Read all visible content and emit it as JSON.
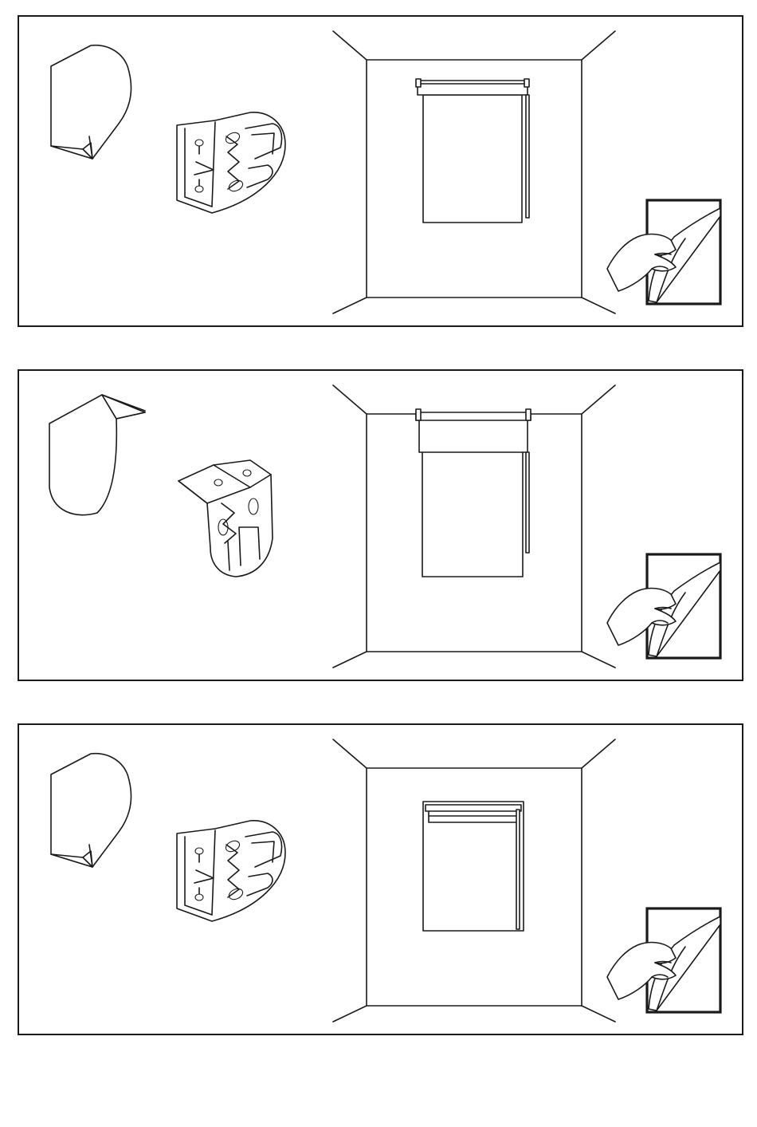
{
  "panels": [
    {
      "mount": "outside-wall",
      "end_cap": "flap-down",
      "bracket": "wall-bracket"
    },
    {
      "mount": "ceiling",
      "end_cap": "flap-top",
      "bracket": "ceiling-bracket"
    },
    {
      "mount": "inside-recess",
      "end_cap": "flap-down",
      "bracket": "wall-bracket"
    }
  ],
  "colors": {
    "line": "#1a1a1a",
    "background": "#ffffff"
  },
  "icons": [
    "end-cap-icon",
    "bracket-icon",
    "room-icon",
    "roller-blind-icon",
    "peel-adhesive-icon"
  ]
}
